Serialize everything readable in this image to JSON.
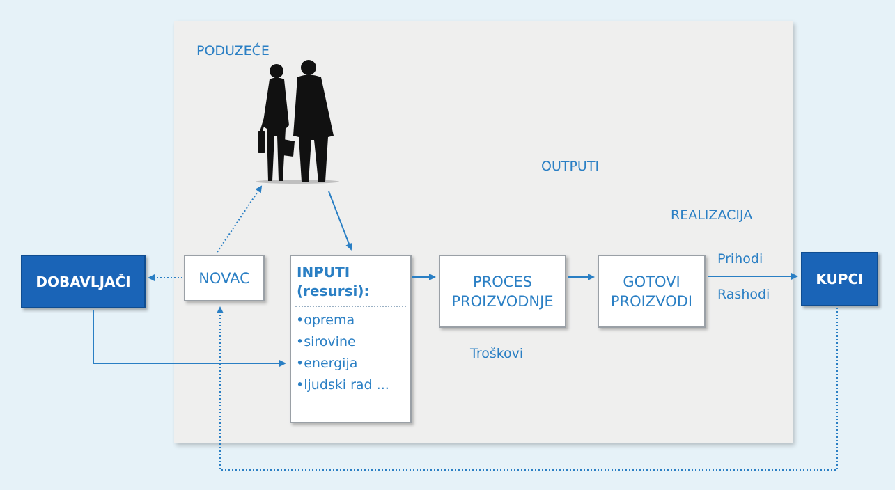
{
  "labels": {
    "company": "PODUZEĆE",
    "outputs": "OUTPUTI",
    "sales": "REALIZACIJA",
    "revenue": "Prihodi",
    "expenses": "Rashodi",
    "costs": "Troškovi"
  },
  "nodes": {
    "suppliers": "DOBAVLJAČI",
    "money": "NOVAC",
    "process_line1": "PROCES",
    "process_line2": "PROIZVODNJE",
    "finished_line1": "GOTOVI",
    "finished_line2": "PROIZVODI",
    "customers": "KUPCI"
  },
  "inputs": {
    "title_line1": "INPUTI",
    "title_line2": "(resursi):",
    "items": [
      "oprema",
      "sirovine",
      "energija",
      "ljudski rad ..."
    ]
  },
  "colors": {
    "accent_blue": "#2a7fc4",
    "dark_blue_box": "#1a64b7",
    "panel": "#efefee",
    "background": "#e6f2f8"
  },
  "icons": {
    "people": "two-business-people-silhouette-icon"
  }
}
